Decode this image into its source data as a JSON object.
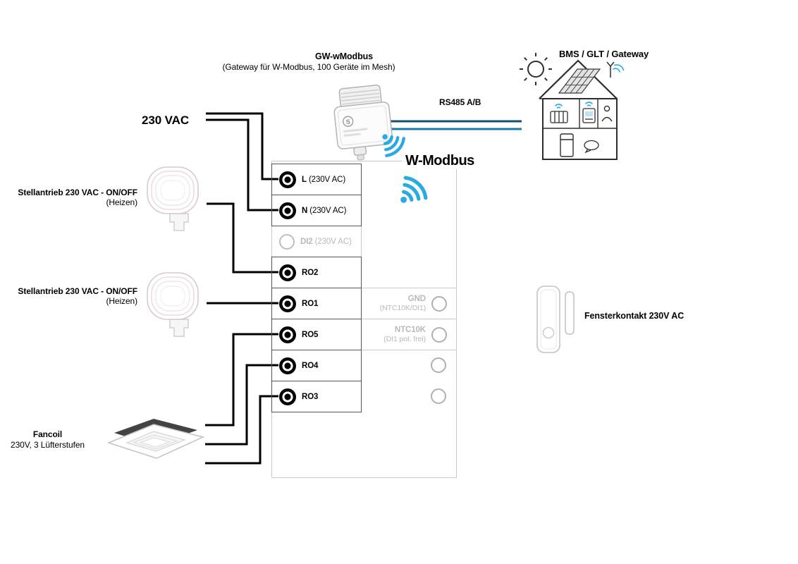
{
  "title_block": {
    "gateway_title": "GW-wModbus",
    "gateway_subtitle": "(Gateway für W-Modbus, 100 Geräte im Mesh)",
    "bms": "BMS / GLT / Gateway",
    "rs485": "RS485 A/B",
    "wmodbus": "W-Modbus",
    "power": "230 VAC"
  },
  "devices": {
    "actuator1": {
      "name": "Stellantrieb 230 VAC - ON/OFF",
      "note": "(Heizen)"
    },
    "actuator2": {
      "name": "Stellantrieb 230 VAC - ON/OFF",
      "note": "(Heizen)"
    },
    "fancoil": {
      "name": "Fancoil",
      "note": "230V, 3 Lüfterstufen"
    },
    "window_contact": {
      "name": "Fensterkontakt 230V AC"
    },
    "gateway_logo": "S"
  },
  "terminals": {
    "left": [
      {
        "label": "L",
        "detail": "(230V AC)"
      },
      {
        "label": "N",
        "detail": "(230V AC)"
      },
      {
        "label": "DI2",
        "detail": "(230V AC)"
      },
      {
        "label": "RO2",
        "detail": ""
      },
      {
        "label": "RO1",
        "detail": ""
      },
      {
        "label": "RO5",
        "detail": ""
      },
      {
        "label": "RO4",
        "detail": ""
      },
      {
        "label": "RO3",
        "detail": ""
      }
    ],
    "right": [
      {
        "label": "GND",
        "detail": "(NTC10K/DI1)"
      },
      {
        "label": "NTC10K",
        "detail": "(DI1 pot. frei)"
      }
    ]
  },
  "colors": {
    "wire": "#000000",
    "bus_top": "#17506e",
    "bus_bottom": "#1b7aa8",
    "wifi": "#29abe2",
    "inactive_gray": "#b9b9b9"
  }
}
